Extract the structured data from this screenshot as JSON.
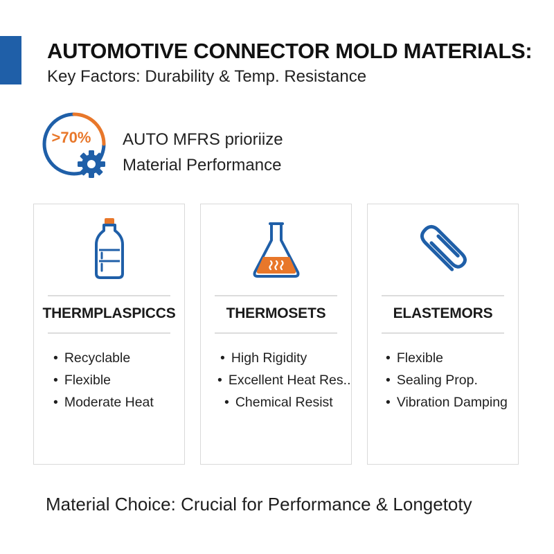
{
  "header": {
    "title": "AUTOMOTIVE CONNECTOR MOLD MATERIALS:",
    "subtitle": "Key Factors: Durability & Temp. Resistance",
    "accent_color": "#1f5fa8"
  },
  "stat": {
    "value": ">70%",
    "line1": "AUTO MFRS prioriize",
    "line2": "Material Performance",
    "ring_fraction": 0.7,
    "value_color": "#e8772a",
    "icon": "gear-icon"
  },
  "cards": [
    {
      "icon": "bottle-icon",
      "heading": "THERMPLASPICCS",
      "items": [
        "Recyclable",
        "Flexible",
        "Moderate Heat"
      ]
    },
    {
      "icon": "flask-icon",
      "heading": "THERMOSETS",
      "items": [
        "High Rigidity",
        "Excellent Heat Res..",
        "Chemical Resist"
      ]
    },
    {
      "icon": "paperclip-icon",
      "heading": "ELASTEMORS",
      "items": [
        "Flexible",
        "Sealing Prop.",
        "Vibration Damping"
      ]
    }
  ],
  "footer": {
    "text": "Material Choice: Crucial for Performance & Longetoty"
  },
  "colors": {
    "blue": "#1f5fa8",
    "orange": "#e8772a",
    "border": "#d9d9d9"
  }
}
